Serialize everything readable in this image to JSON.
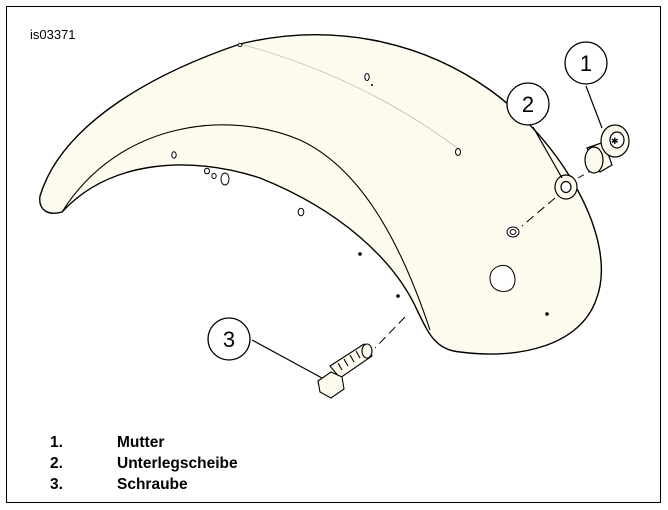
{
  "figure_id": "is03371",
  "callouts": [
    {
      "number": "1",
      "part": "nut"
    },
    {
      "number": "2",
      "part": "washer"
    },
    {
      "number": "3",
      "part": "bolt"
    }
  ],
  "legend": [
    {
      "number": "1.",
      "label": "Mutter"
    },
    {
      "number": "2.",
      "label": "Unterlegscheibe"
    },
    {
      "number": "3.",
      "label": "Schraube"
    }
  ]
}
